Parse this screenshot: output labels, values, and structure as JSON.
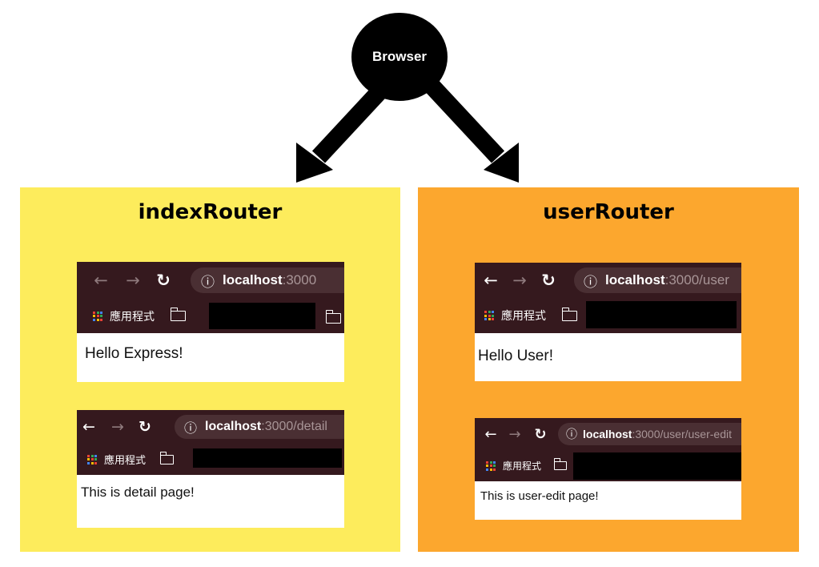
{
  "browser_node": {
    "label": "Browser"
  },
  "routers": [
    {
      "title": "indexRouter",
      "color": "#fdec5c",
      "pages": [
        {
          "host": "localhost",
          "path": ":3000",
          "apps_label": "應用程式",
          "content": "Hello Express!"
        },
        {
          "host": "localhost",
          "path": ":3000/detail",
          "apps_label": "應用程式",
          "content": "This is detail page!"
        }
      ]
    },
    {
      "title": "userRouter",
      "color": "#fca72e",
      "pages": [
        {
          "host": "localhost",
          "path": ":3000/user",
          "apps_label": "應用程式",
          "content": "Hello User!"
        },
        {
          "host": "localhost",
          "path": ":3000/user/user-edit",
          "apps_label": "應用程式",
          "content": "This is user-edit page!"
        }
      ]
    }
  ],
  "icons": {
    "back": "back-arrow-icon",
    "forward": "forward-arrow-icon",
    "reload": "reload-icon",
    "info": "info-icon",
    "apps": "apps-grid-icon",
    "folder": "folder-icon"
  },
  "colors": {
    "chrome_bar": "#35191e",
    "url_pill": "#4a2f33",
    "arrow": "#000000"
  }
}
